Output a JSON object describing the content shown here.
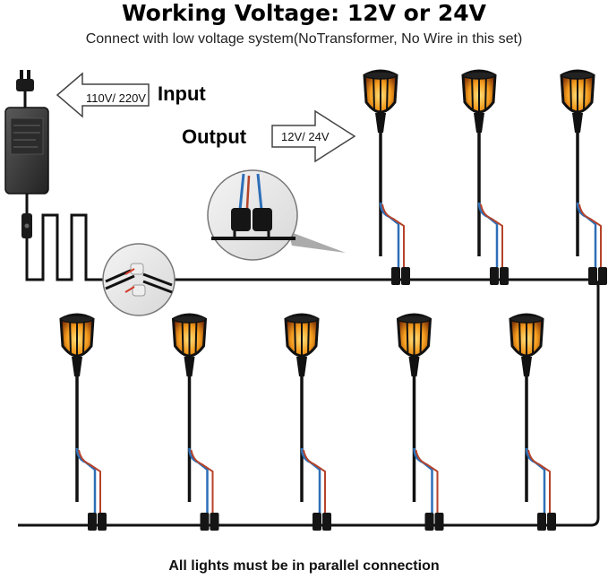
{
  "header": {
    "title": "Working Voltage: 12V or 24V",
    "subtitle": "Connect with low voltage system(NoTransformer, No Wire in this set)"
  },
  "power": {
    "input_label": "Input",
    "input_voltage": "110V/ 220V",
    "output_label": "Output",
    "output_voltage": "12V/ 24V"
  },
  "footer": {
    "note": "All lights must be in parallel connection"
  },
  "colors": {
    "wire": "#111111",
    "adapter": "#3a3a3a",
    "flame": "#f39a1c",
    "blue_wire": "#2d6fb8",
    "red_wire": "#b5432a"
  },
  "lights": {
    "top_row_count": 3,
    "bottom_row_count": 5
  }
}
